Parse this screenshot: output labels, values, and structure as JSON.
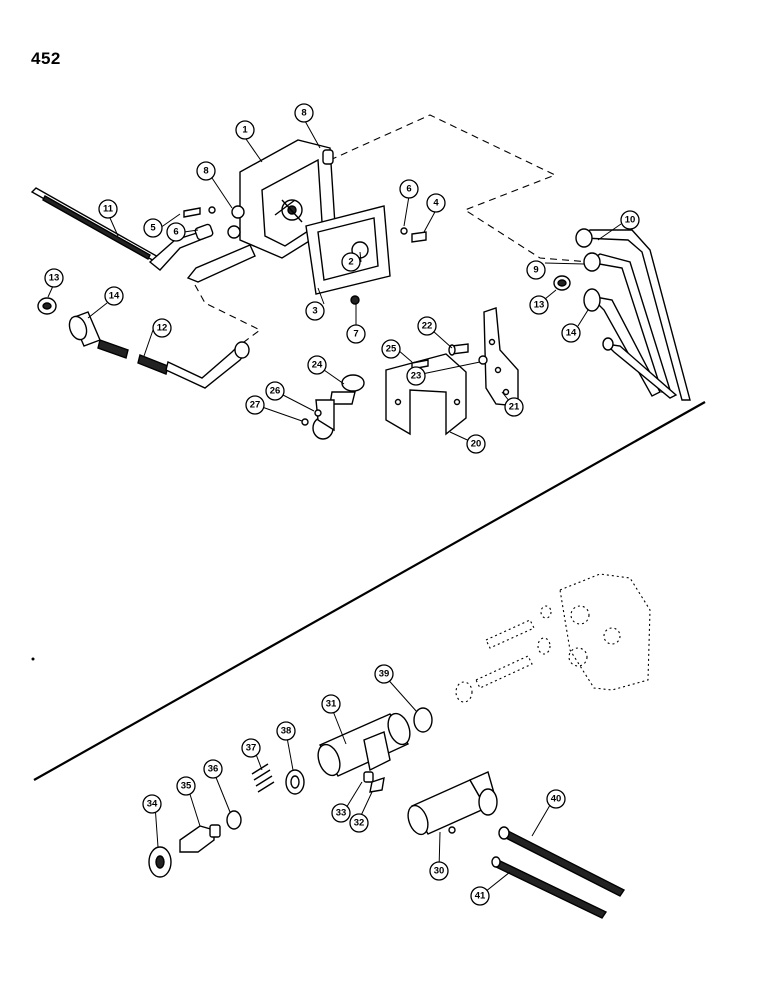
{
  "page": {
    "number": "452"
  },
  "callouts": {
    "c1": "1",
    "c2": "2",
    "c3": "3",
    "c4": "4",
    "c5": "5",
    "c6a": "6",
    "c6b": "6",
    "c7": "7",
    "c8a": "8",
    "c8b": "8",
    "c9": "9",
    "c10": "10",
    "c11": "11",
    "c12": "12",
    "c13a": "13",
    "c13b": "13",
    "c14a": "14",
    "c14b": "14",
    "c20": "20",
    "c21": "21",
    "c22": "22",
    "c23": "23",
    "c24": "24",
    "c25": "25",
    "c26": "26",
    "c27": "27",
    "c30": "30",
    "c31": "31",
    "c32": "32",
    "c33": "33",
    "c34": "34",
    "c35": "35",
    "c36": "36",
    "c37": "37",
    "c38": "38",
    "c39": "39",
    "c40": "40",
    "c41": "41"
  }
}
